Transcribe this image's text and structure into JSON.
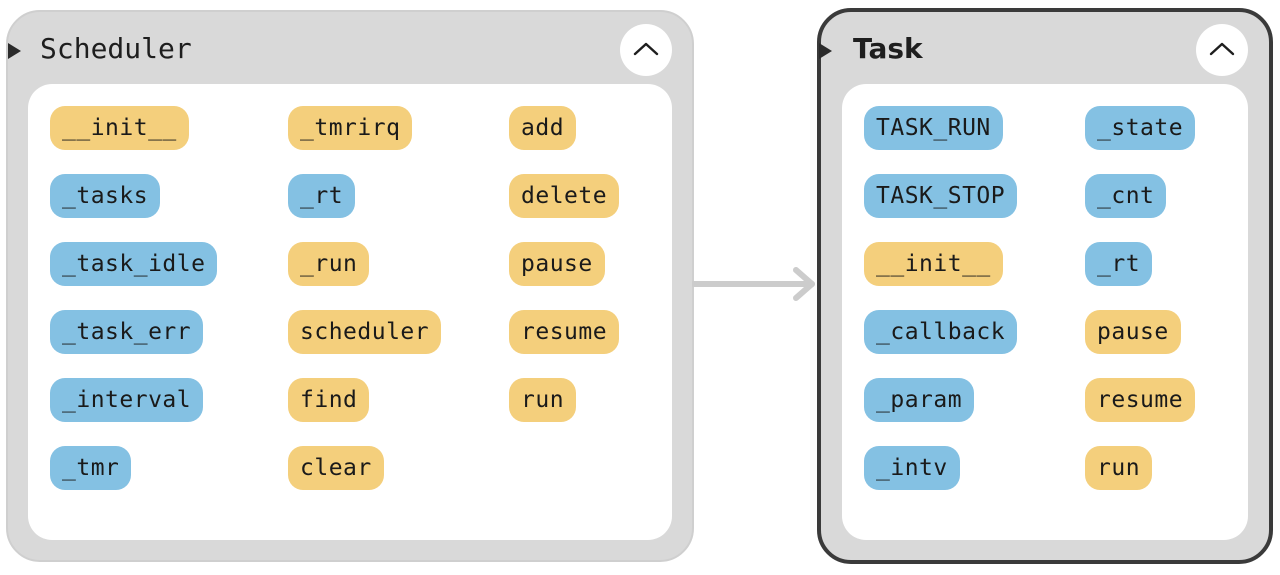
{
  "colors": {
    "blue_pill": "#84c1e3",
    "yellow_pill": "#f4cf7c",
    "card_background": "#d9d9d9",
    "connector": "#cccccc"
  },
  "scheduler": {
    "title": "Scheduler",
    "items": [
      {
        "label": "__init__",
        "kind": "method",
        "color": "yellow"
      },
      {
        "label": "_tasks",
        "kind": "attribute",
        "color": "blue"
      },
      {
        "label": "_task_idle",
        "kind": "attribute",
        "color": "blue"
      },
      {
        "label": "_task_err",
        "kind": "attribute",
        "color": "blue"
      },
      {
        "label": "_interval",
        "kind": "attribute",
        "color": "blue"
      },
      {
        "label": "_tmr",
        "kind": "attribute",
        "color": "blue"
      },
      {
        "label": "_tmrirq",
        "kind": "method",
        "color": "yellow"
      },
      {
        "label": "_rt",
        "kind": "attribute",
        "color": "blue"
      },
      {
        "label": "_run",
        "kind": "method",
        "color": "yellow"
      },
      {
        "label": "scheduler",
        "kind": "method",
        "color": "yellow"
      },
      {
        "label": "find",
        "kind": "method",
        "color": "yellow"
      },
      {
        "label": "clear",
        "kind": "method",
        "color": "yellow"
      },
      {
        "label": "add",
        "kind": "method",
        "color": "yellow"
      },
      {
        "label": "delete",
        "kind": "method",
        "color": "yellow"
      },
      {
        "label": "pause",
        "kind": "method",
        "color": "yellow"
      },
      {
        "label": "resume",
        "kind": "method",
        "color": "yellow"
      },
      {
        "label": "run",
        "kind": "method",
        "color": "yellow"
      }
    ]
  },
  "task": {
    "title": "Task",
    "items": [
      {
        "label": "TASK_RUN",
        "kind": "attribute",
        "color": "blue"
      },
      {
        "label": "TASK_STOP",
        "kind": "attribute",
        "color": "blue"
      },
      {
        "label": "__init__",
        "kind": "method",
        "color": "yellow"
      },
      {
        "label": "_callback",
        "kind": "attribute",
        "color": "blue"
      },
      {
        "label": "_param",
        "kind": "attribute",
        "color": "blue"
      },
      {
        "label": "_intv",
        "kind": "attribute",
        "color": "blue"
      },
      {
        "label": "_state",
        "kind": "attribute",
        "color": "blue"
      },
      {
        "label": "_cnt",
        "kind": "attribute",
        "color": "blue"
      },
      {
        "label": "_rt",
        "kind": "attribute",
        "color": "blue"
      },
      {
        "label": "pause",
        "kind": "method",
        "color": "yellow"
      },
      {
        "label": "resume",
        "kind": "method",
        "color": "yellow"
      },
      {
        "label": "run",
        "kind": "method",
        "color": "yellow"
      }
    ]
  },
  "connection": {
    "from": "scheduler",
    "to": "task",
    "icon": "arrow-right-icon"
  }
}
